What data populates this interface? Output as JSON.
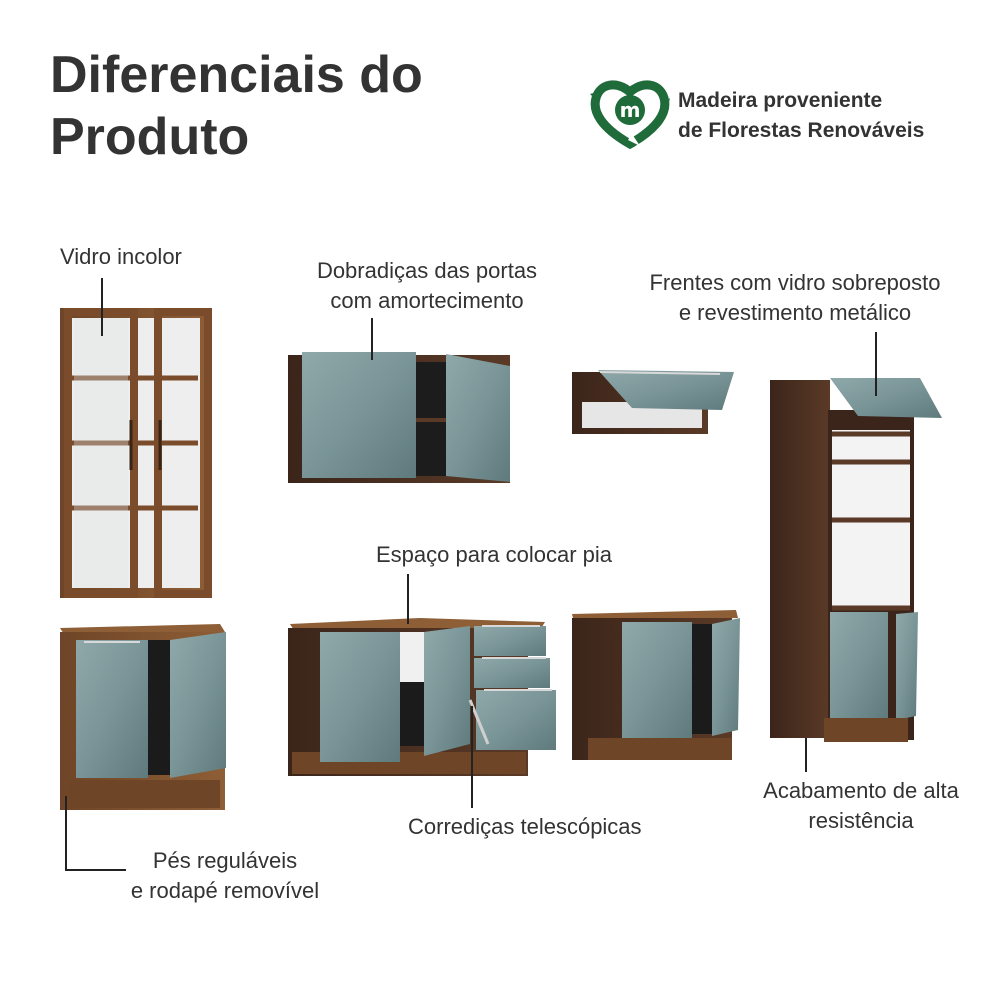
{
  "title": {
    "line1": "Diferenciais do",
    "line2": "Produto"
  },
  "badge": {
    "icon": "recycle-leaf-icon",
    "letter": "m",
    "line1": "Madeira proveniente",
    "line2": "de Florestas Renováveis",
    "color": "#1f6b3a"
  },
  "callouts": {
    "glass": {
      "line1": "Vidro incolor"
    },
    "hinges": {
      "line1": "Dobradiças das portas",
      "line2": "com amortecimento"
    },
    "fronts": {
      "line1": "Frentes com vidro sobreposto",
      "line2": "e revestimento metálico"
    },
    "sink": {
      "line1": "Espaço para colocar pia"
    },
    "slides": {
      "line1": "Corrediças telescópicas"
    },
    "finish": {
      "line1": "Acabamento de alta",
      "line2": "resistência"
    },
    "feet": {
      "line1": "Pés reguláveis",
      "line2": "e rodapé removível"
    }
  },
  "colors": {
    "wood_light": "#8a5a34",
    "wood_dark": "#4a2f20",
    "door_glass": "#7e9a9c",
    "interior": "#f2f2f2",
    "line": "#222222"
  }
}
